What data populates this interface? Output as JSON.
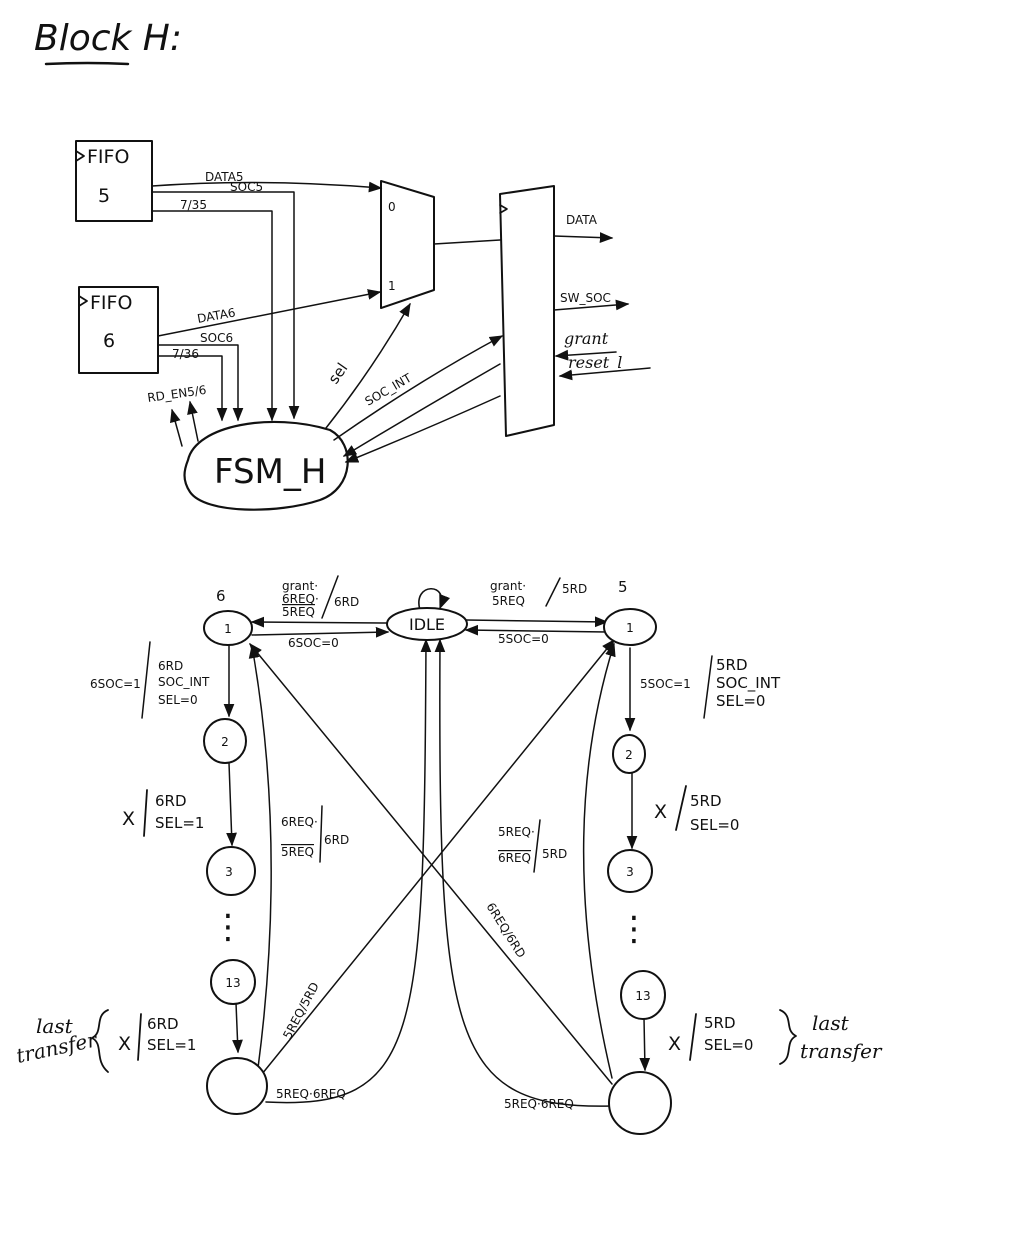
{
  "title": "Block H:",
  "block_diagram": {
    "fifo5": {
      "name": "FIFO",
      "num": "5"
    },
    "fifo6": {
      "name": "FIFO",
      "num": "6"
    },
    "mux": {
      "in0": "0",
      "in1": "1"
    },
    "fsm": "FSM_H",
    "signals": {
      "data5": "DATA5",
      "soc5": "SOC5",
      "sig135": "7/35",
      "data6": "DATA6",
      "soc6": "SOC6",
      "sig136": "7/36",
      "rd_en": "RD_EN5/6",
      "sel": "sel",
      "soc_int": "SOC_INT",
      "data_out": "DATA",
      "sw_soc": "SW_SOC",
      "grant": "grant",
      "reset": "reset_l"
    }
  },
  "state_machine": {
    "idle": "IDLE",
    "marker_left": "6",
    "marker_right": "5",
    "states_left": [
      "1",
      "2",
      "3",
      "13"
    ],
    "states_right": [
      "1",
      "2",
      "3",
      "13"
    ],
    "ellipsis": "⋮",
    "labels": {
      "top_left_cond_1": "grant·",
      "top_left_cond_2": "6REQ·",
      "top_left_cond_3": "5REQ",
      "top_left_out": "6RD",
      "top_left_back": "6SOC=0",
      "top_right_cond_1": "grant·",
      "top_right_cond_2": "5REQ",
      "top_right_out": "5RD",
      "top_right_back": "5SOC=0",
      "left_s1_cond": "6SOC=1",
      "left_s1_out_1": "6RD",
      "left_s1_out_2": "SOC_INT",
      "left_s1_out_3": "SEL=0",
      "left_s2_cond": "X",
      "left_s2_out_1": "6RD",
      "left_s2_out_2": "SEL=1",
      "left_back_cond_1": "6REQ·",
      "left_back_cond_2": "5REQ",
      "left_back_out": "6RD",
      "left_last_cond": "X",
      "left_last_out_1": "6RD",
      "left_last_out_2": "SEL=1",
      "last_transfer_1": "last",
      "last_transfer_2": "transfer",
      "right_s1_cond": "5SOC=1",
      "right_s1_out_1": "5RD",
      "right_s1_out_2": "SOC_INT",
      "right_s1_out_3": "SEL=0",
      "right_s2_cond": "X",
      "right_s2_out_1": "5RD",
      "right_s2_out_2": "SEL=0",
      "right_back_cond_1": "5REQ·",
      "right_back_cond_2": "6REQ",
      "right_back_out": "5RD",
      "right_last_cond": "X",
      "right_last_out_1": "5RD",
      "right_last_out_2": "SEL=0",
      "cross_left": "5REQ/5RD",
      "cross_right": "6REQ/6RD",
      "bottom_left": "5REQ·6REQ",
      "bottom_right": "5REQ·6REQ"
    }
  }
}
